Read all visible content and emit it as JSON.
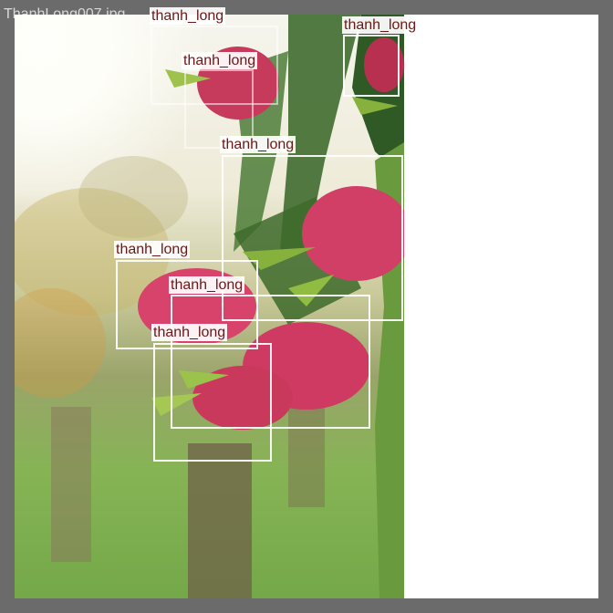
{
  "viewer": {
    "filename": "ThanhLong007.jpg"
  },
  "annotations": [
    {
      "label": "thanh_long"
    },
    {
      "label": "thanh_long"
    },
    {
      "label": "thanh_long"
    },
    {
      "label": "thanh_long"
    },
    {
      "label": "thanh_long"
    },
    {
      "label": "thanh_long"
    },
    {
      "label": "thanh_long"
    }
  ],
  "colors": {
    "frame": "#6b6b6b",
    "box_border": "#ffffff",
    "label_text": "#6b1717",
    "label_background": "#ffffff"
  }
}
